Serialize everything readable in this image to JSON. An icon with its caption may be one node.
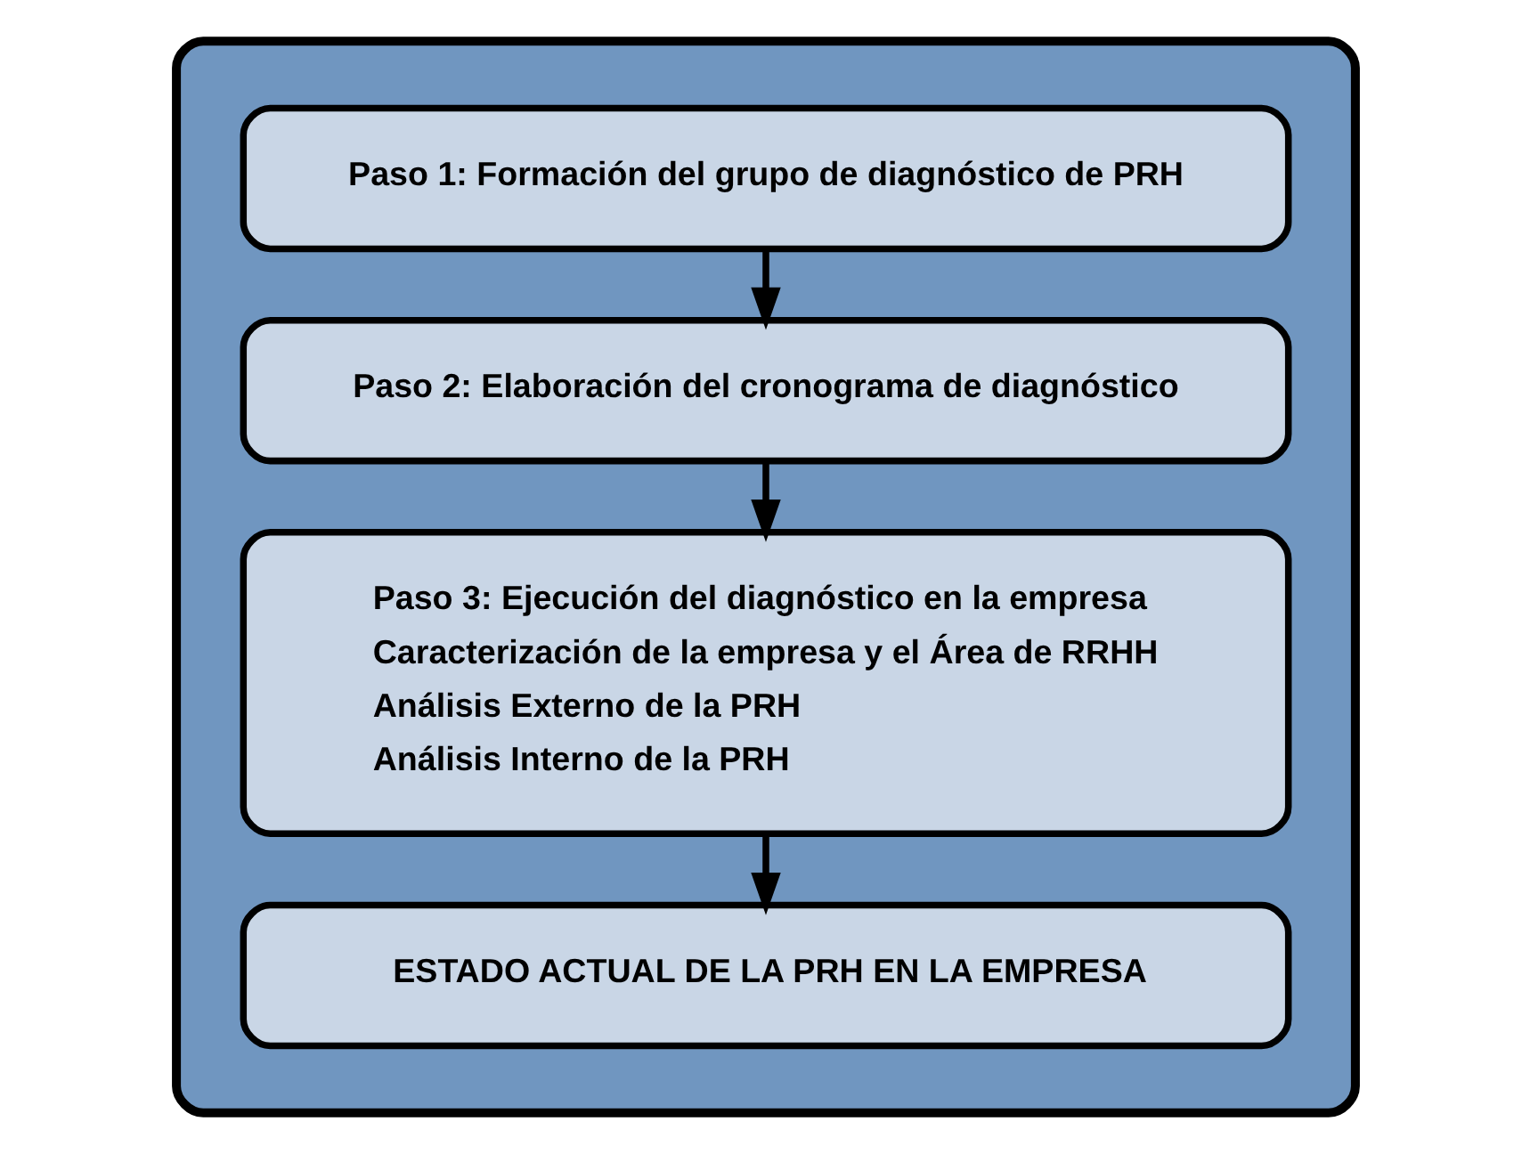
{
  "diagram": {
    "nodes": [
      {
        "text": [],
        "shape": "box"
      },
      {
        "text": [
          "Paso 1: Formación del grupo de diagnóstico de PRH"
        ],
        "in": 0
      },
      {
        "text": [
          "Paso 2: Elaboración del cronograma de diagnóstico"
        ],
        "in": 0
      },
      {
        "text": [
          "Paso 3: Ejecución del diagnóstico en la empresa",
          "Caracterización de la empresa y el Área de RRHH",
          "Análisis Externo de la PRH",
          "Análisis Interno de la PRH"
        ],
        "in": 0
      },
      {
        "text": [
          "ESTADO ACTUAL DE LA PRH EN LA EMPRESA"
        ],
        "in": 0
      }
    ],
    "edges": [
      {
        "from": 1,
        "to": 2,
        "arrow": "to"
      },
      {
        "from": 2,
        "to": 3,
        "arrow": "to"
      },
      {
        "from": 3,
        "to": 4,
        "arrow": "to"
      }
    ]
  }
}
